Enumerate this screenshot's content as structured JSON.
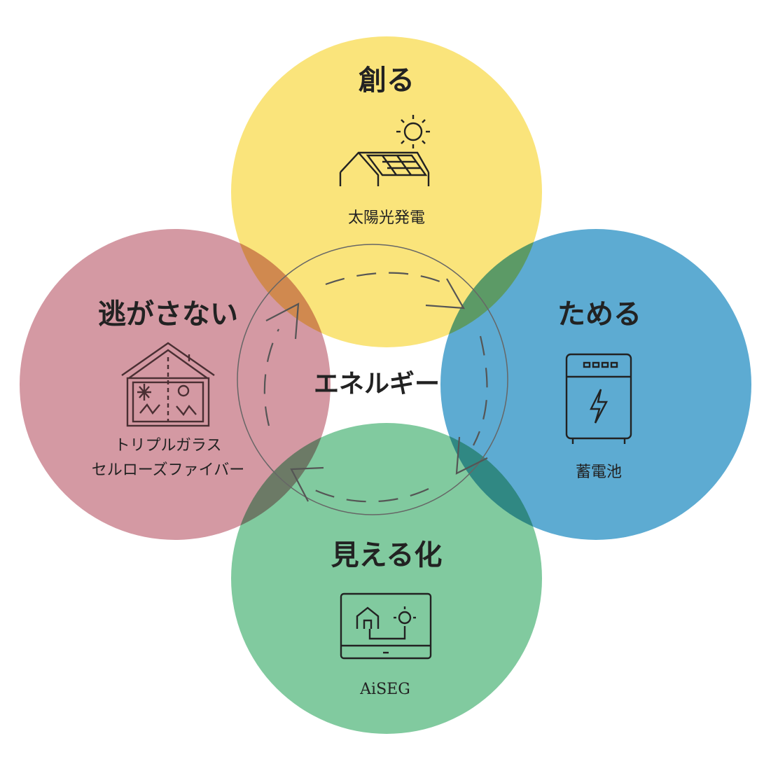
{
  "center": {
    "label": "エネルギー"
  },
  "segments": {
    "create": {
      "title": "創る",
      "caption": "太陽光発電",
      "color": "#F9DE5A"
    },
    "store": {
      "title": "ためる",
      "caption": "蓄電池",
      "color": "#46A0CC"
    },
    "visualize": {
      "title": "見える化",
      "caption": "AiSEG",
      "color": "#6BC18E"
    },
    "insulate": {
      "title": "逃がさない",
      "caption_lines": [
        "トリプルガラス",
        "セルローズファイバー"
      ],
      "color": "#CD8793"
    }
  },
  "icons": {
    "create": "solar-panel-roof-icon",
    "store": "battery-storage-icon",
    "visualize": "monitor-home-sun-icon",
    "insulate": "insulated-house-icon"
  }
}
